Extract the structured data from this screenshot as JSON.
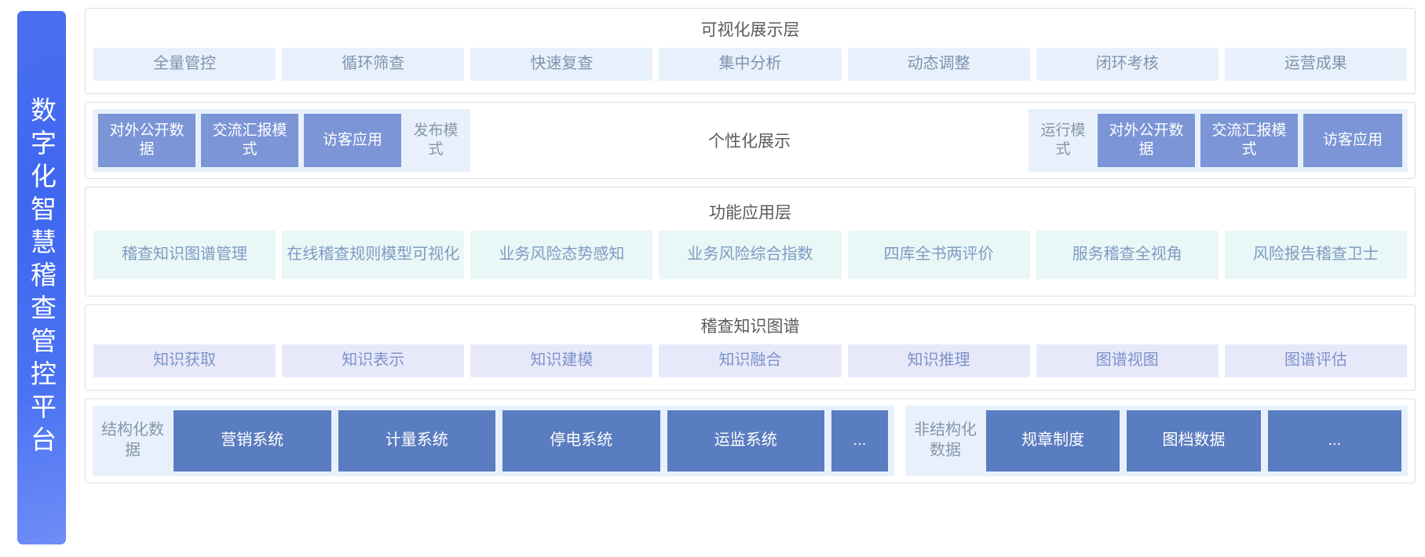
{
  "platform": {
    "title": "数字化智慧稽查管控平台"
  },
  "layers": [
    {
      "id": "visualization",
      "title": "可视化展示层",
      "items": [
        "全量管控",
        "循环筛查",
        "快速复查",
        "集中分析",
        "动态调整",
        "闭环考核",
        "运营成果"
      ]
    },
    {
      "id": "personalized",
      "center_title": "个性化展示",
      "left_group": [
        {
          "label": "对外公开数据",
          "style": "solid"
        },
        {
          "label": "交流汇报模式",
          "style": "solid"
        },
        {
          "label": "访客应用",
          "style": "solid"
        },
        {
          "label": "发布模式",
          "style": "ghost"
        }
      ],
      "right_group": [
        {
          "label": "运行模式",
          "style": "ghost"
        },
        {
          "label": "对外公开数据",
          "style": "solid"
        },
        {
          "label": "交流汇报模式",
          "style": "solid"
        },
        {
          "label": "访客应用",
          "style": "solid"
        }
      ]
    },
    {
      "id": "function",
      "title": "功能应用层",
      "items": [
        "稽查知识图谱管理",
        "在线稽查规则模型可视化",
        "业务风险态势感知",
        "业务风险综合指数",
        "四库全书两评价",
        "服务稽查全视角",
        "风险报告稽查卫士"
      ]
    },
    {
      "id": "knowledge_graph",
      "title": "稽查知识图谱",
      "items": [
        "知识获取",
        "知识表示",
        "知识建模",
        "知识融合",
        "知识推理",
        "图谱视图",
        "图谱评估"
      ]
    },
    {
      "id": "data_source",
      "structured": {
        "label": "结构化数据",
        "items": [
          "营销系统",
          "计量系统",
          "停电系统",
          "运监系统",
          "..."
        ]
      },
      "unstructured": {
        "label": "非结构化数据",
        "items": [
          "规章制度",
          "图档数据",
          "..."
        ]
      }
    }
  ],
  "colors": {
    "platform_gradient_start": "#4a6ff0",
    "platform_gradient_end": "#6f8df7",
    "chip_visualization_bg": "#e8f1fb",
    "chip_function_bg": "#e9f7f6",
    "chip_knowledge_bg": "#e7e9fb",
    "cell_solid_blue": "#7b95d6",
    "cell_data_blue": "#5a7cc0",
    "text_muted": "#7f93ad",
    "border": "#dcdfe6"
  }
}
